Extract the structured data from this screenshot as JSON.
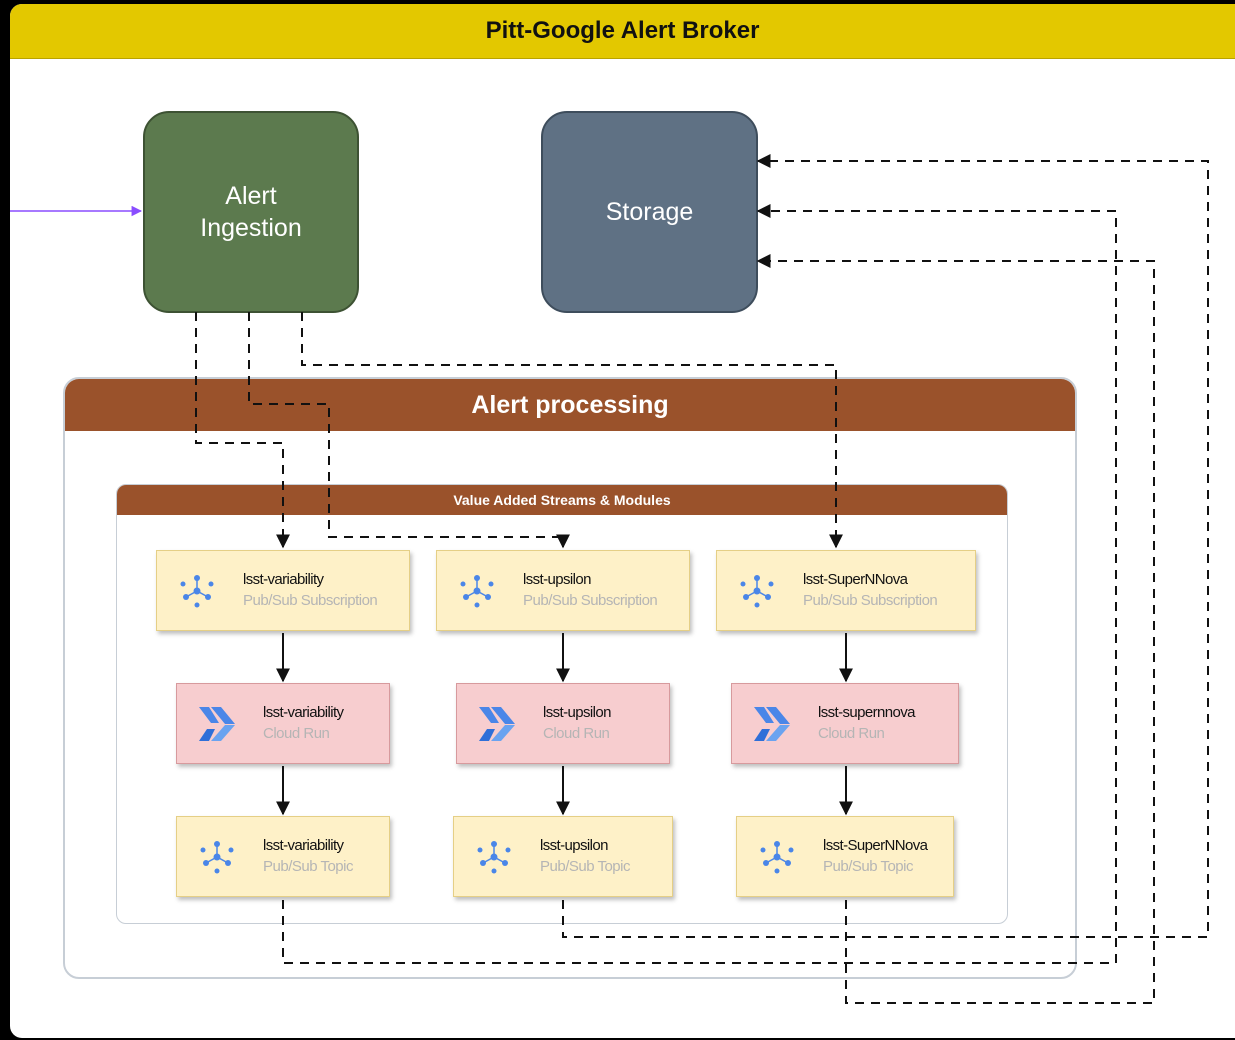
{
  "title": "Pitt-Google Alert Broker",
  "ingestion": {
    "line1": "Alert",
    "line2": "Ingestion"
  },
  "storage": {
    "label": "Storage"
  },
  "processing": {
    "title": "Alert processing"
  },
  "vas": {
    "title": "Value Added Streams & Modules"
  },
  "colors": {
    "title_bar": "#e3c800",
    "ingestion": "#5c7a4e",
    "storage": "#5f7184",
    "group_header": "#9a522b",
    "pubsub_fill": "#fef1c8",
    "cloudrun_fill": "#f7cdcf",
    "incoming_arrow": "#8a4dff"
  },
  "columns": [
    {
      "subscription": {
        "name": "lsst-variability",
        "type": "Pub/Sub Subscription",
        "icon": "pubsub-icon"
      },
      "cloudrun": {
        "name": "lsst-variability",
        "type": "Cloud Run",
        "icon": "cloud-run-icon"
      },
      "topic": {
        "name": "lsst-variability",
        "type": "Pub/Sub Topic",
        "icon": "pubsub-icon"
      }
    },
    {
      "subscription": {
        "name": "lsst-upsilon",
        "type": "Pub/Sub Subscription",
        "icon": "pubsub-icon"
      },
      "cloudrun": {
        "name": "lsst-upsilon",
        "type": "Cloud Run",
        "icon": "cloud-run-icon"
      },
      "topic": {
        "name": "lsst-upsilon",
        "type": "Pub/Sub Topic",
        "icon": "pubsub-icon"
      }
    },
    {
      "subscription": {
        "name": "lsst-SuperNNova",
        "type": "Pub/Sub Subscription",
        "icon": "pubsub-icon"
      },
      "cloudrun": {
        "name": "lsst-supernnova",
        "type": "Cloud Run",
        "icon": "cloud-run-icon"
      },
      "topic": {
        "name": "lsst-SuperNNova",
        "type": "Pub/Sub Topic",
        "icon": "pubsub-icon"
      }
    }
  ]
}
